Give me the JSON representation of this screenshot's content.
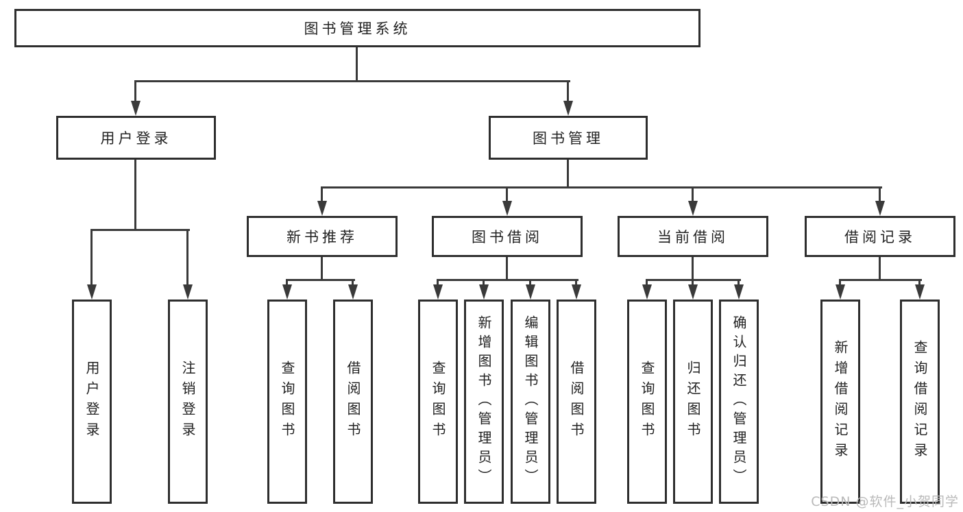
{
  "diagram": {
    "colors": {
      "line": "#3a3a3a",
      "border": "#2e2e2e",
      "text": "#222222",
      "watermark": "#b9b9b9",
      "background": "#ffffff"
    },
    "watermark": "CSDN @软件_小贺同学",
    "nodes": {
      "root": {
        "label": "图书管理系统"
      },
      "user_login": {
        "label": "用户登录"
      },
      "book_mgmt": {
        "label": "图书管理"
      },
      "new_book_rec": {
        "label": "新书推荐"
      },
      "book_borrow": {
        "label": "图书借阅"
      },
      "current_borrow": {
        "label": "当前借阅"
      },
      "borrow_record": {
        "label": "借阅记录"
      },
      "leaf_user_login": {
        "label": "用户登录"
      },
      "leaf_logout": {
        "label": "注销登录"
      },
      "rec_query_book": {
        "label": "查询图书"
      },
      "rec_borrow_book": {
        "label": "借阅图书"
      },
      "bb_query_book": {
        "label": "查询图书"
      },
      "bb_add_book": {
        "label": "新增图书（管理员）"
      },
      "bb_edit_book": {
        "label": "编辑图书（管理员）"
      },
      "bb_borrow_book": {
        "label": "借阅图书"
      },
      "cb_query_book": {
        "label": "查询图书"
      },
      "cb_return_book": {
        "label": "归还图书"
      },
      "cb_confirm_return": {
        "label": "确认归还（管理员）"
      },
      "br_add_record": {
        "label": "新增借阅记录"
      },
      "br_query_record": {
        "label": "查询借阅记录"
      }
    }
  }
}
